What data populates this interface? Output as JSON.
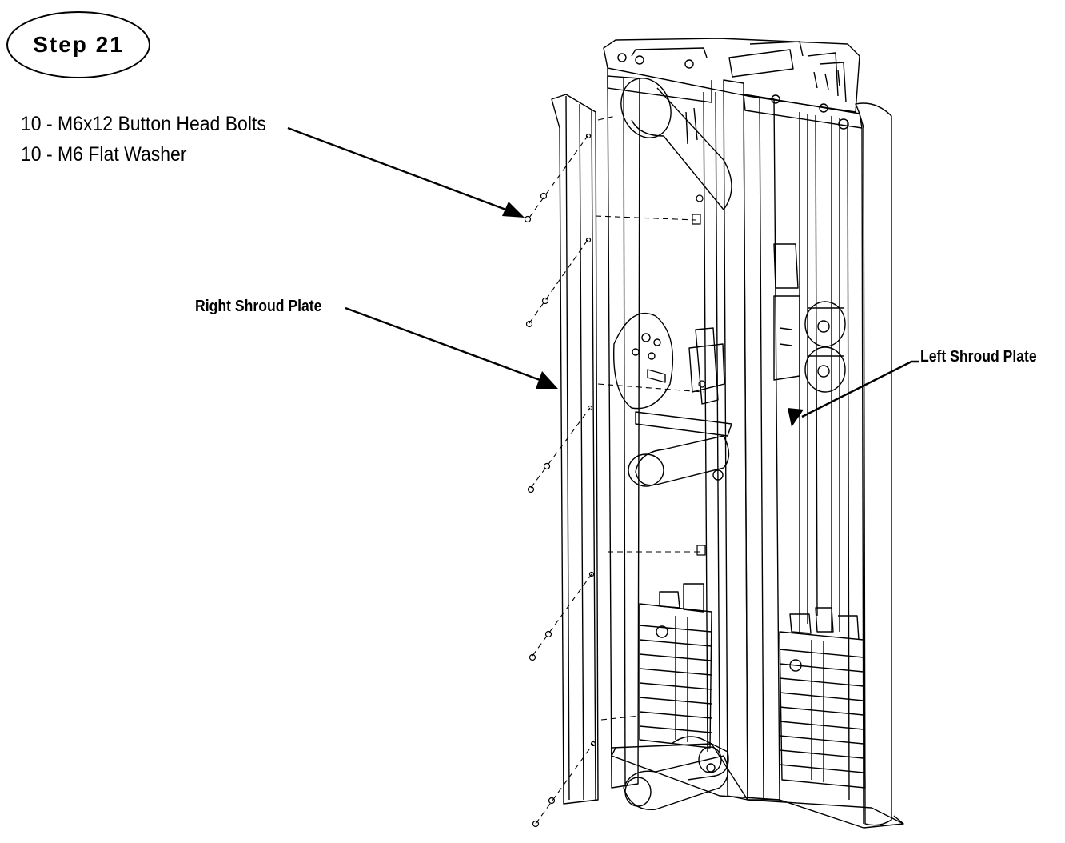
{
  "step": {
    "label": "Step 21"
  },
  "hardware": [
    {
      "text": "10 - M6x12 Button Head Bolts"
    },
    {
      "text": "10 - M6 Flat Washer"
    }
  ],
  "callouts": {
    "right_shroud": "Right Shroud Plate",
    "left_shroud": "Left Shroud Plate"
  },
  "colors": {
    "line": "#000000",
    "background": "#ffffff"
  }
}
